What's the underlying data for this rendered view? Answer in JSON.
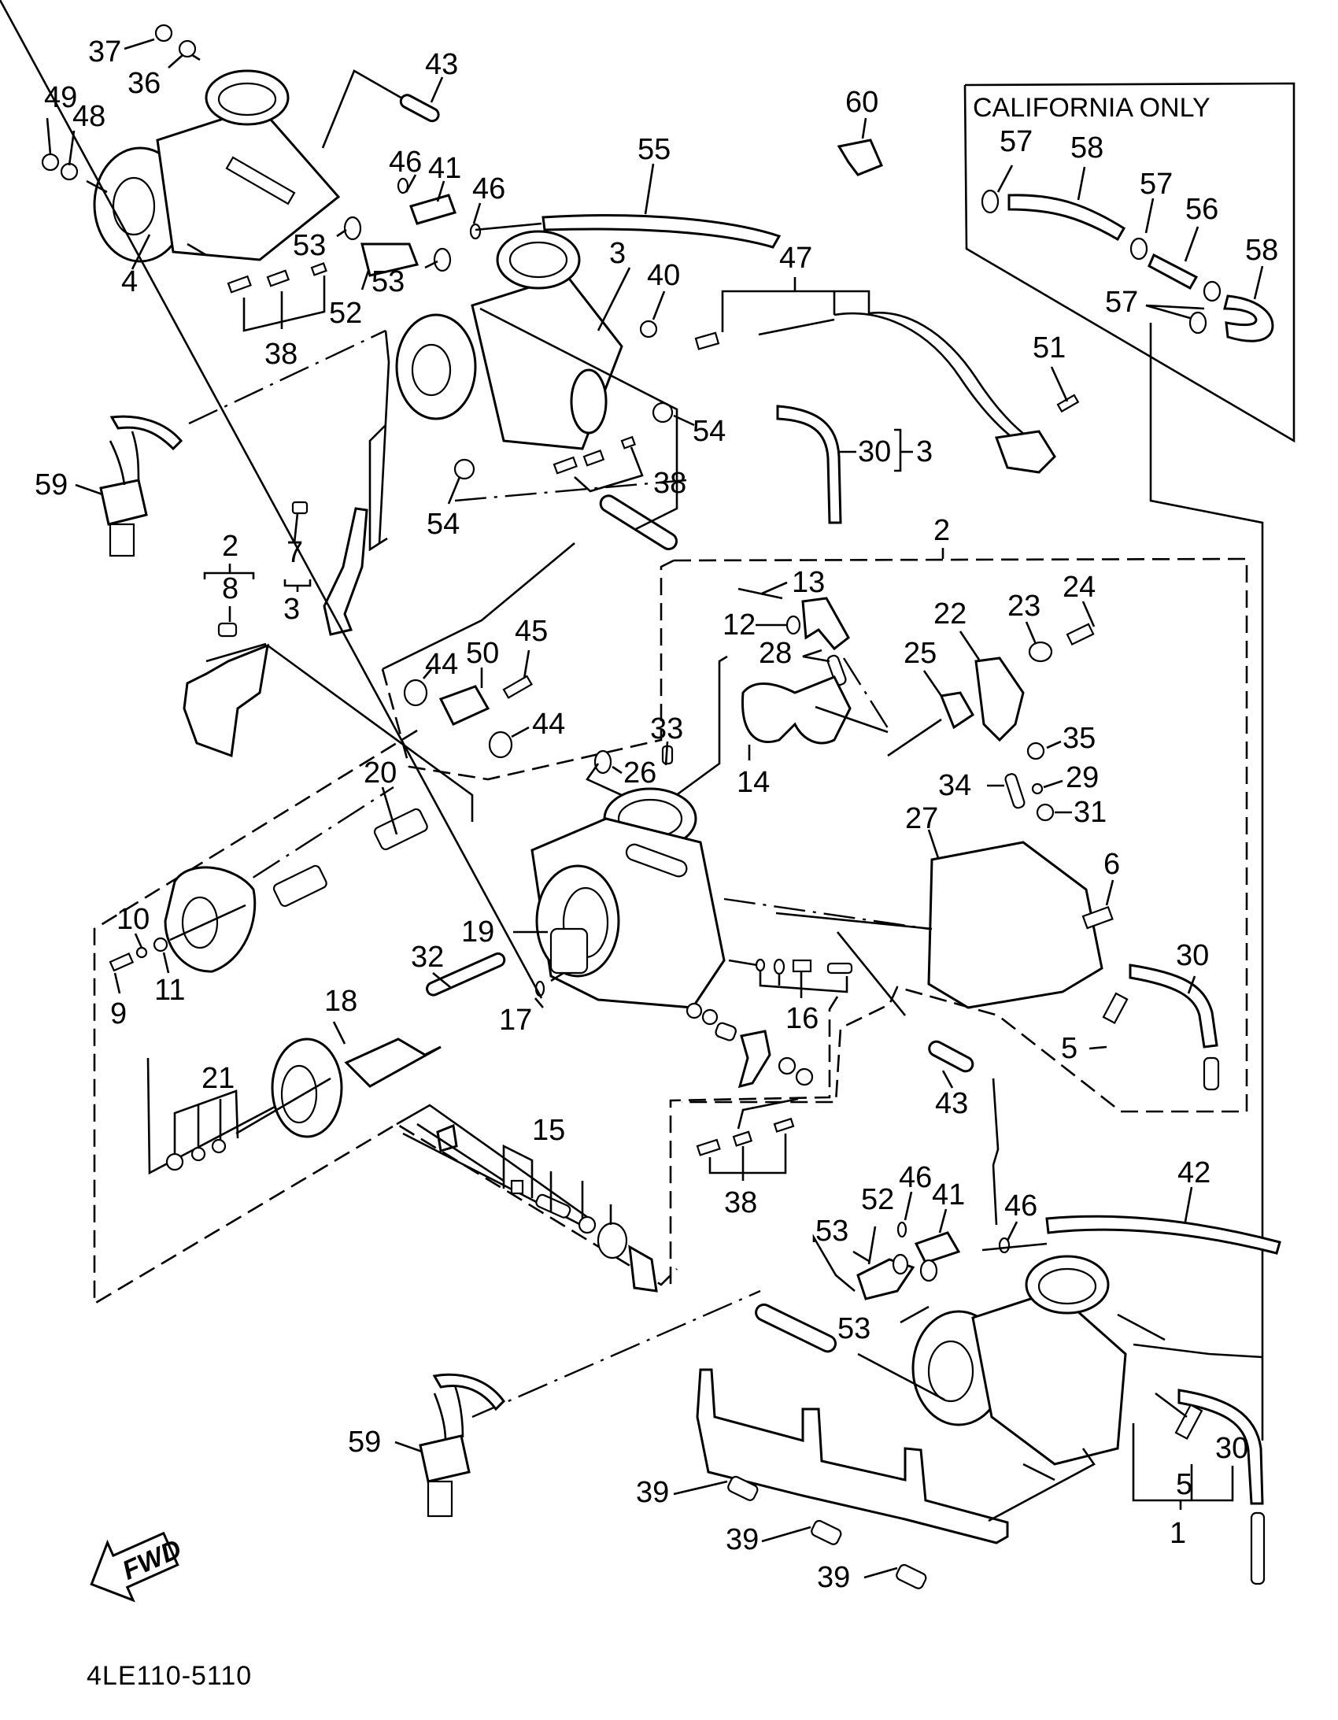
{
  "figure": {
    "title": "Carburetor exploded parts diagram",
    "part_code": "4LE110-5110",
    "direction_indicator": "FWD",
    "inset_box_title": "CALIFORNIA ONLY"
  },
  "callouts": {
    "c37": "37",
    "c36": "36",
    "c49": "49",
    "c48": "48",
    "c4": "4",
    "c43a": "43",
    "c46a": "46",
    "c41a": "41",
    "c46b": "46",
    "c53a": "53",
    "c53b": "53",
    "c52a": "52",
    "c38a": "38",
    "c55": "55",
    "c60": "60",
    "c3a": "3",
    "c40": "40",
    "c47": "47",
    "c51": "51",
    "c59a": "59",
    "c54a": "54",
    "c54b": "54",
    "c38b": "38",
    "c30a": "30",
    "c3b": "3",
    "c2a": "2",
    "c8": "8",
    "c7": "7",
    "c3c": "3",
    "c2b": "2",
    "c13": "13",
    "c12": "12",
    "c28": "28",
    "c22": "22",
    "c23": "23",
    "c24": "24",
    "c25": "25",
    "c45": "45",
    "c50": "50",
    "c44a": "44",
    "c44b": "44",
    "c33": "33",
    "c26": "26",
    "c14": "14",
    "c35": "35",
    "c34": "34",
    "c29": "29",
    "c31": "31",
    "c27": "27",
    "c6": "6",
    "c20": "20",
    "c10": "10",
    "c11": "11",
    "c9": "9",
    "c19": "19",
    "c32": "32",
    "c17": "17",
    "c16": "16",
    "c18": "18",
    "c21": "21",
    "c30b": "30",
    "c5a": "5",
    "c43b": "43",
    "c15": "15",
    "c38c": "38",
    "c46c": "46",
    "c41b": "41",
    "c46d": "46",
    "c42": "42",
    "c52b": "52",
    "c53c": "53",
    "c53d": "53",
    "c59b": "59",
    "c39a": "39",
    "c39b": "39",
    "c39c": "39",
    "c30c": "30",
    "c5b": "5",
    "c1": "1"
  },
  "inset": {
    "c57a": "57",
    "c58a": "58",
    "c57b": "57",
    "c56": "56",
    "c58b": "58",
    "c57c": "57"
  }
}
